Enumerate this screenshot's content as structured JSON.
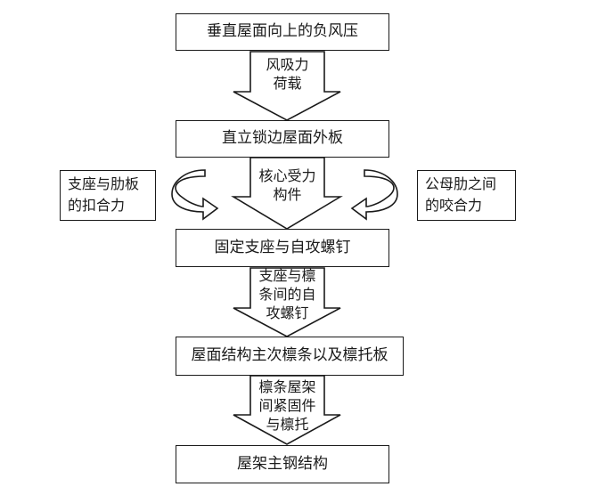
{
  "nodes": [
    {
      "label": "垂直屋面向上的负风压"
    },
    {
      "label": "直立锁边屋面外板"
    },
    {
      "label": "固定支座与自攻螺钉"
    },
    {
      "label": "屋面结构主次檩条以及檩托板"
    },
    {
      "label": "屋架主钢结构"
    }
  ],
  "arrows": [
    {
      "lines": [
        "风吸力",
        "荷载"
      ]
    },
    {
      "lines": [
        "核心受力",
        "构件"
      ]
    },
    {
      "lines": [
        "支座与檩",
        "条间的自",
        "攻螺钉"
      ]
    },
    {
      "lines": [
        "檩条屋架",
        "间紧固件",
        "与檩托"
      ]
    }
  ],
  "side_boxes": {
    "left": {
      "lines": [
        "支座与肋板",
        "的扣合力"
      ]
    },
    "right": {
      "lines": [
        "公母肋之间",
        "的咬合力"
      ]
    }
  }
}
